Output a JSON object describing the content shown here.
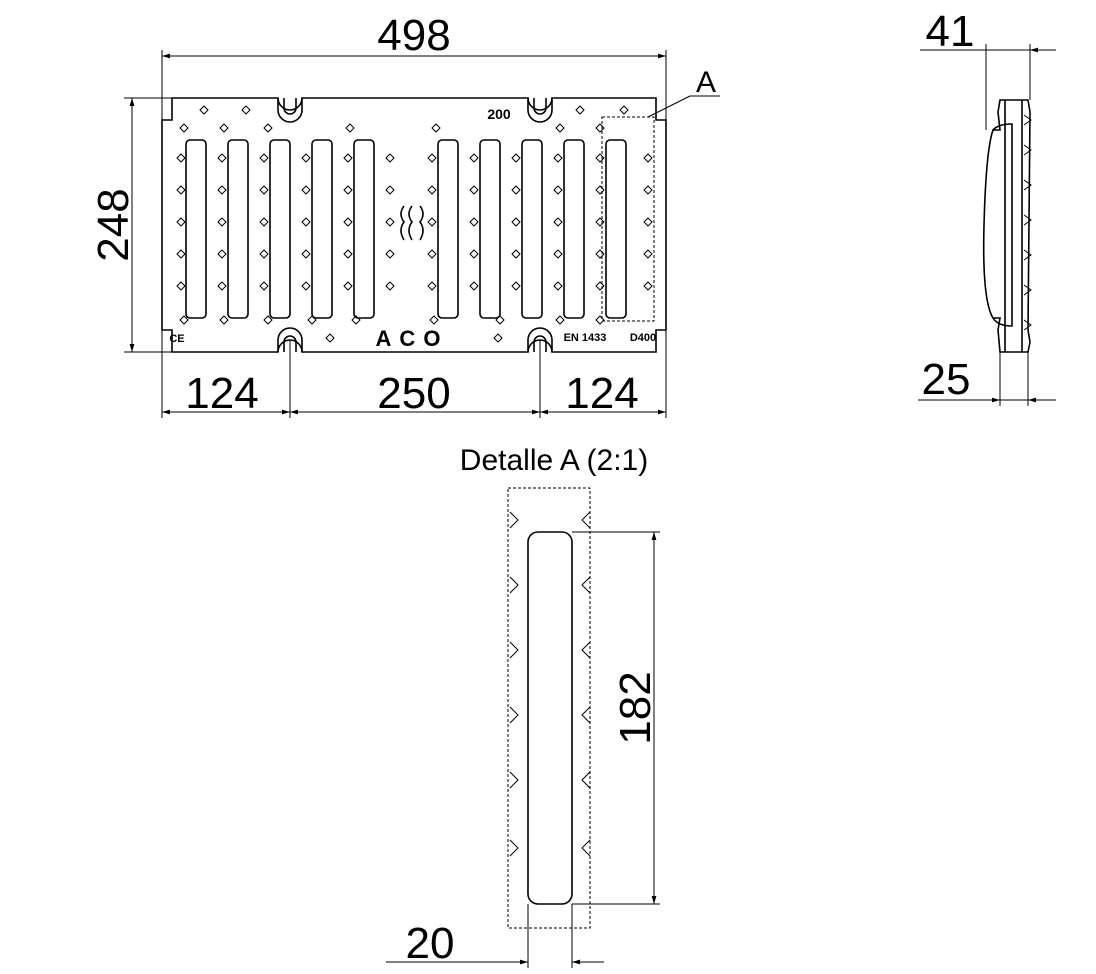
{
  "dimensions": {
    "overall_length": "498",
    "overall_width": "248",
    "end_spacing_left": "124",
    "center_spacing": "250",
    "end_spacing_right": "124",
    "side_total_height": "41",
    "side_body_height": "25",
    "slot_length": "182",
    "slot_width": "20"
  },
  "labels": {
    "detail_callout": "A",
    "detail_title": "Detalle A (2:1)"
  },
  "grate_markings": {
    "width_class": "200",
    "brand": "ACO",
    "standard": "EN 1433",
    "load_class": "D400",
    "conformity": "CE"
  },
  "colors": {
    "line": "#000000",
    "background": "#ffffff"
  }
}
